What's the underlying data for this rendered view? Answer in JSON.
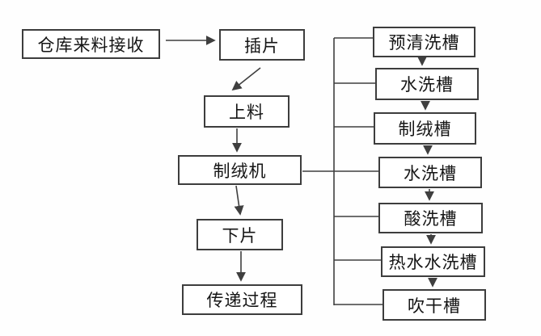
{
  "diagram": {
    "type": "flowchart",
    "main_flow": [
      {
        "id": "warehouse-receive",
        "label": "仓库来料接收"
      },
      {
        "id": "insert-wafer",
        "label": "插片"
      },
      {
        "id": "loading",
        "label": "上料"
      },
      {
        "id": "texturing-machine",
        "label": "制绒机"
      },
      {
        "id": "unloading",
        "label": "下片"
      },
      {
        "id": "transfer-process",
        "label": "传递过程"
      }
    ],
    "tank_flow": [
      {
        "id": "pre-clean-tank",
        "label": "预清洗槽"
      },
      {
        "id": "water-wash-tank-1",
        "label": "水洗槽"
      },
      {
        "id": "texturing-tank",
        "label": "制绒槽"
      },
      {
        "id": "water-wash-tank-2",
        "label": "水洗槽"
      },
      {
        "id": "acid-wash-tank",
        "label": "酸洗槽"
      },
      {
        "id": "hot-water-wash-tank",
        "label": "热水水洗槽"
      },
      {
        "id": "blow-dry-tank",
        "label": "吹干槽"
      }
    ],
    "colors": {
      "box_border": "#3d3d3d",
      "connector_line": "#3f3f3f",
      "text": "#151515",
      "background": "#ffffff"
    }
  }
}
